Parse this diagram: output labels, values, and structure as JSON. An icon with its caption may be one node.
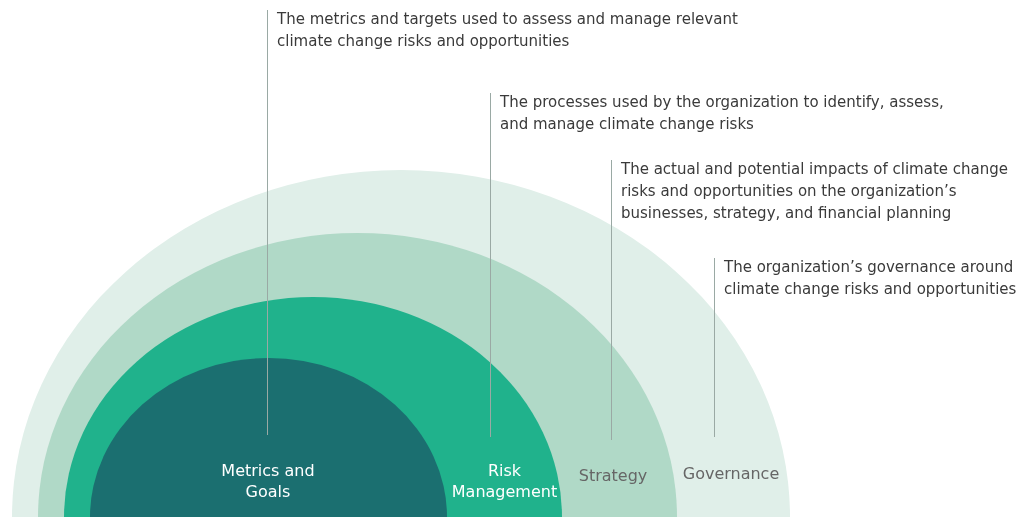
{
  "diagram": {
    "nodes": [
      {
        "text": [
          "Governance"
        ]
      },
      {
        "text": [
          "Strategy"
        ],
        "in": 0
      },
      {
        "text": [
          "Risk Management"
        ],
        "in": 1
      },
      {
        "text": [
          "Metrics and Goals"
        ],
        "in": 2
      },
      {
        "text": [
          "The metrics and targets used to assess and manage relevant climate change risks and opportunities"
        ]
      },
      {
        "text": [
          "The processes used by the organization to identify, assess, and manage climate change risks"
        ]
      },
      {
        "text": [
          "The actual and potential impacts of climate change risks and opportunities on the organization’s businesses, strategy, and financial planning"
        ]
      },
      {
        "text": [
          "The organization’s governance around climate change risks and opportunities"
        ]
      }
    ],
    "edges": [
      {
        "from": 4,
        "to": 3,
        "arrow": "none"
      },
      {
        "from": 5,
        "to": 2,
        "arrow": "none"
      },
      {
        "from": 6,
        "to": 1,
        "arrow": "none"
      },
      {
        "from": 7,
        "to": 0,
        "arrow": "none"
      }
    ]
  }
}
